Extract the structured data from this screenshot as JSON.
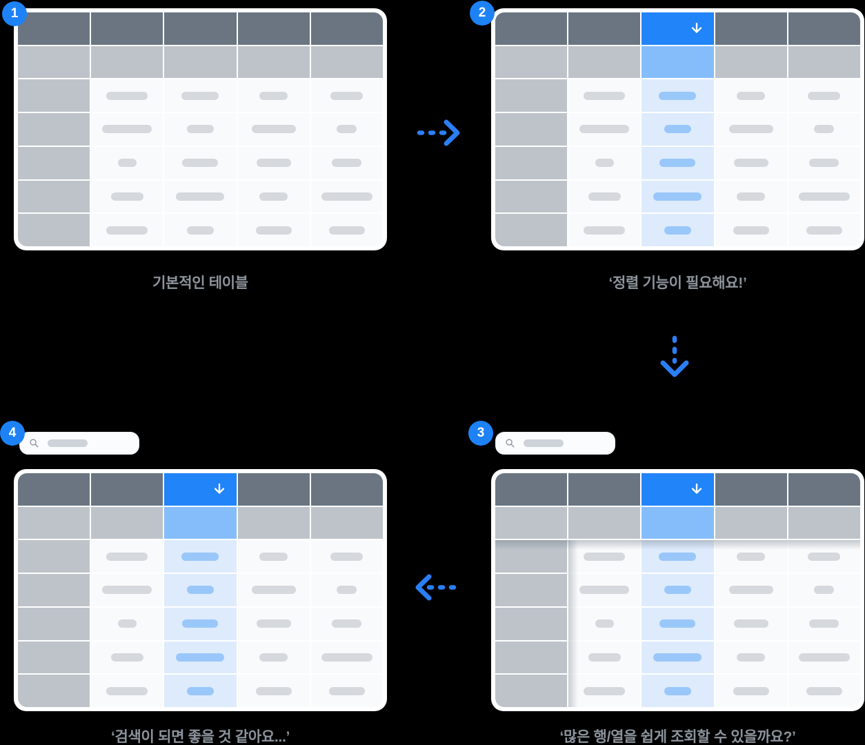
{
  "title": "table feature evolution flow",
  "background": "#000000",
  "colors": {
    "accent_blue": "#1e82f7",
    "sorted_header_blue": "#2184f8",
    "sorted_subheader_blue": "#85bdfb",
    "sorted_column_bg": "#ddebfc",
    "sorted_pill_blue": "#9ac7fa",
    "header_dark_gray": "#6a7581",
    "subheader_gray": "#bdc3c9",
    "data_cell_bg": "#f9fafb",
    "placeholder_pill_gray": "#d5d9dd",
    "card_white": "#ffffff",
    "caption_gray": "#8d949d",
    "arrow_blue": "#2b7ff5"
  },
  "steps": [
    {
      "badge": "1",
      "caption": "기본적인 테이블",
      "search": false,
      "sorted": false,
      "sticky_shadow": false
    },
    {
      "badge": "2",
      "caption": "‘정렬 기능이 필요해요!’",
      "search": false,
      "sorted": true,
      "sticky_shadow": false
    },
    {
      "badge": "3",
      "caption": "‘많은 행/열을 쉽게 조회할 수 있을까요?’",
      "search": true,
      "sorted": true,
      "sticky_shadow": true
    },
    {
      "badge": "4",
      "caption": "‘검색이 되면 좋을 것 같아요...’",
      "search": true,
      "sorted": true,
      "sticky_shadow": false
    }
  ],
  "table_model": {
    "columns": 5,
    "header_rows": 2,
    "data_rows": 5,
    "sorted_column": 3,
    "sort_icon": "arrow-down-icon",
    "pill_widths": [
      [
        60,
        54,
        41,
        47
      ],
      [
        72,
        39,
        64,
        29
      ],
      [
        27,
        52,
        50,
        43
      ],
      [
        47,
        70,
        41,
        74
      ],
      [
        60,
        39,
        52,
        52
      ]
    ]
  },
  "search_bar": {
    "icon": "magnifier-icon",
    "placeholder_pill_width": 58
  },
  "flow_arrows": [
    {
      "from": 1,
      "to": 2,
      "direction": "right",
      "style": "dashed"
    },
    {
      "from": 2,
      "to": 3,
      "direction": "down",
      "style": "dashed"
    },
    {
      "from": 3,
      "to": 4,
      "direction": "left",
      "style": "dashed"
    }
  ]
}
